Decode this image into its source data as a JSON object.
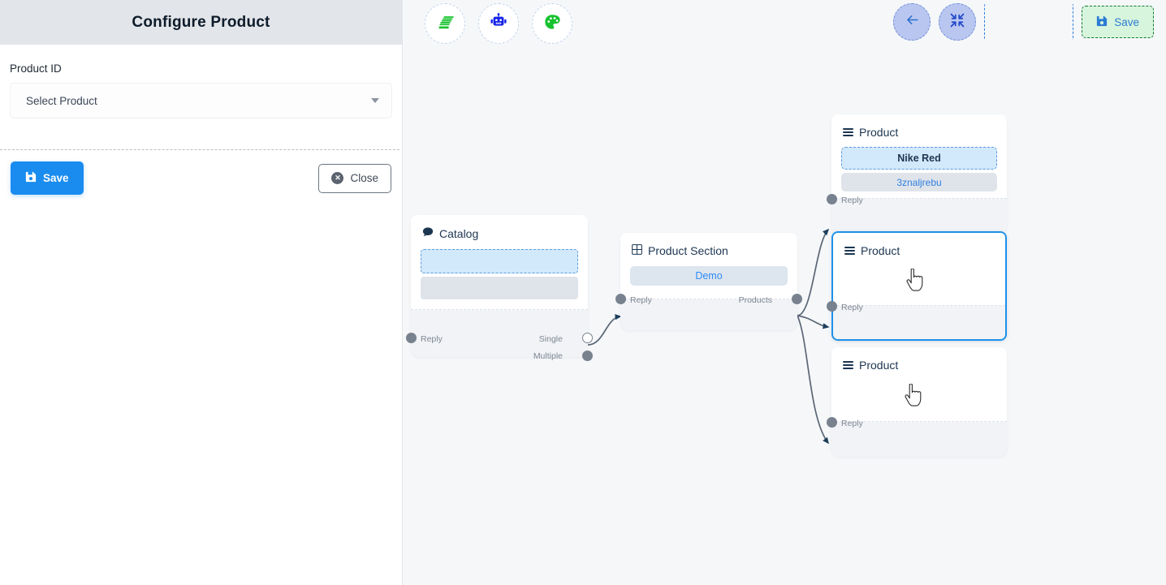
{
  "panel": {
    "title": "Configure Product",
    "field_label": "Product ID",
    "select_placeholder": "Select Product",
    "save_label": "Save",
    "close_label": "Close",
    "save_icon": "floppy-disk-icon",
    "close_icon": "close-circle-icon",
    "caret_icon": "chevron-down-icon"
  },
  "toolbar": {
    "left_buttons": [
      {
        "name": "layers-icon",
        "title": "Layers"
      },
      {
        "name": "robot-icon",
        "title": "Bot"
      },
      {
        "name": "palette-icon",
        "title": "Theme"
      }
    ],
    "back_icon": "arrow-left-icon",
    "fit_icon": "compress-icon",
    "save_label": "Save",
    "save_icon": "floppy-disk-icon"
  },
  "nodes": [
    {
      "id": "catalog",
      "title": "Catalog",
      "icon": "chat-bubble-icon",
      "ports_in": [
        "Reply"
      ],
      "ports_out": [
        "Single",
        "Multiple"
      ],
      "chips": [
        "",
        ""
      ]
    },
    {
      "id": "product-section",
      "title": "Product Section",
      "icon": "grid-icon",
      "ports_in": [
        "Reply"
      ],
      "ports_out": [
        "Products"
      ],
      "chips": [
        "Demo"
      ]
    },
    {
      "id": "product-1",
      "title": "Product",
      "icon": "list-icon",
      "ports_in": [
        "Reply"
      ],
      "ports_out": [],
      "chips": [
        "Nike Red",
        "3znaljrebu"
      ],
      "selected": false
    },
    {
      "id": "product-2",
      "title": "Product",
      "icon": "list-icon",
      "ports_in": [
        "Reply"
      ],
      "ports_out": [],
      "chips": [],
      "selected": true
    },
    {
      "id": "product-3",
      "title": "Product",
      "icon": "list-icon",
      "ports_in": [
        "Reply"
      ],
      "ports_out": [],
      "chips": [],
      "selected": false
    }
  ],
  "colors": {
    "panel_header_bg": "#e2e5e9",
    "primary_blue": "#1a8cf0",
    "canvas_bg": "#f5f7f9",
    "selected_border": "#1e90e8",
    "port_gray": "#78828f",
    "edge_stroke": "#5b6775",
    "chip_blue_bg": "#d2e8fb",
    "save_green_bg": "#d7f5dd"
  }
}
